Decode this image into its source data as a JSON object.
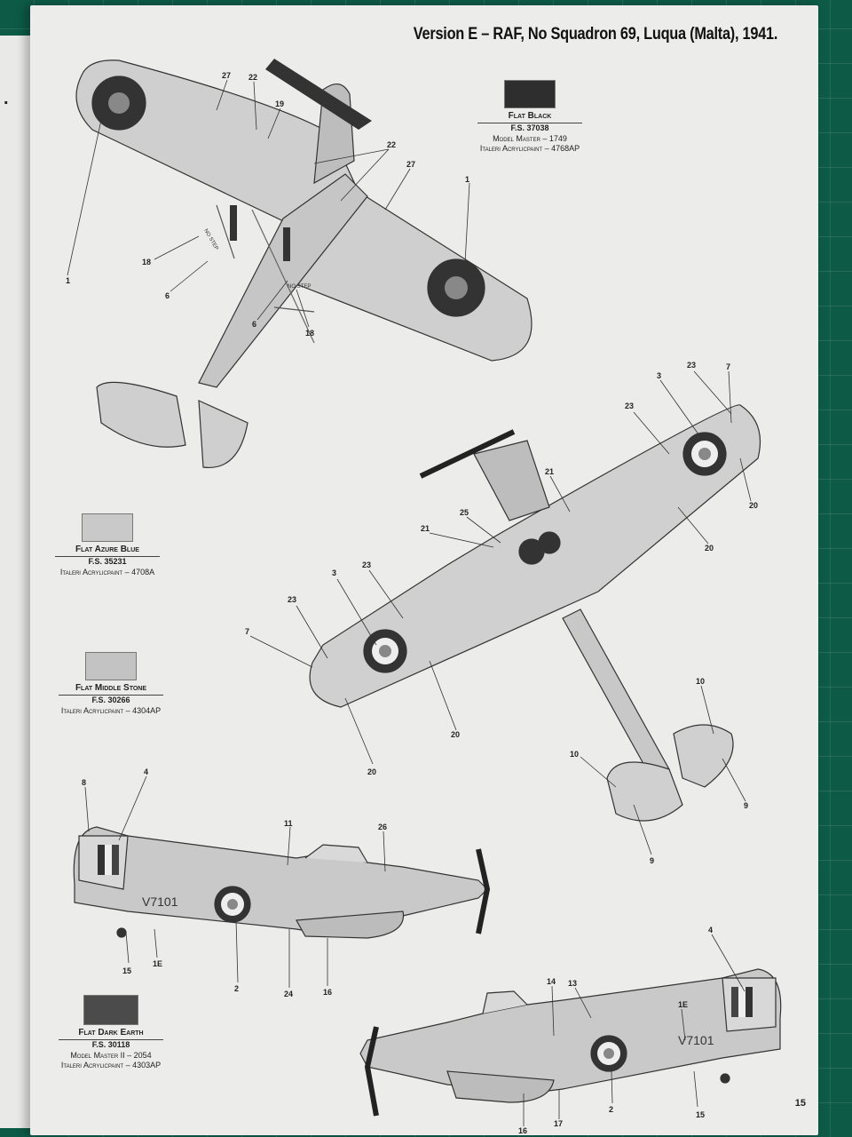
{
  "title": "Version E – RAF, No Squadron 69, Luqua (Malta), 1941.",
  "left_page_glyph": ".",
  "page_number": "15",
  "swatches": [
    {
      "name": "Flat Black",
      "fs": "F.S. 37038",
      "lines": [
        "Model Master – 1749",
        "Italeri Acrylicpaint – 4768AP"
      ],
      "color": "#2e2e2e"
    },
    {
      "name": "Flat Azure Blue",
      "fs": "F.S. 35231",
      "lines": [
        "Italeri Acrylicpaint – 4708A"
      ],
      "color": "#c9c9c9"
    },
    {
      "name": "Flat Middle Stone",
      "fs": "F.S. 30266",
      "lines": [
        "Italeri Acrylicpaint – 4304AP"
      ],
      "color": "#c3c3c3"
    },
    {
      "name": "Flat Dark Earth",
      "fs": "F.S. 30118",
      "lines": [
        "Model Master II – 2054",
        "Italeri Acrylicpaint – 4303AP"
      ],
      "color": "#4b4b4b"
    }
  ],
  "serial": "V7101",
  "stencils": {
    "no_step": "NO STEP"
  },
  "callouts": {
    "c1a": "1",
    "c1b": "1",
    "c2a": "2",
    "c2b": "2",
    "c3a": "3",
    "c3b": "3",
    "c4a": "4",
    "c4b": "4",
    "c6a": "6",
    "c6b": "6",
    "c7a": "7",
    "c7b": "7",
    "c8": "8",
    "c9a": "9",
    "c9b": "9",
    "c10a": "10",
    "c10b": "10",
    "c11": "11",
    "c13": "13",
    "c14": "14",
    "c15a": "15",
    "c15b": "15",
    "c16a": "16",
    "c16b": "16",
    "c17": "17",
    "c18a": "18",
    "c18b": "18",
    "c19": "19",
    "c20a": "20",
    "c20b": "20",
    "c20c": "20",
    "c20d": "20",
    "c21a": "21",
    "c21b": "21",
    "c22a": "22",
    "c22b": "22",
    "c23a": "23",
    "c23b": "23",
    "c23c": "23",
    "c23d": "23",
    "c24": "24",
    "c25": "25",
    "c26": "26",
    "c27a": "27",
    "c27b": "27",
    "c1ea": "1E",
    "c1eb": "1E"
  }
}
